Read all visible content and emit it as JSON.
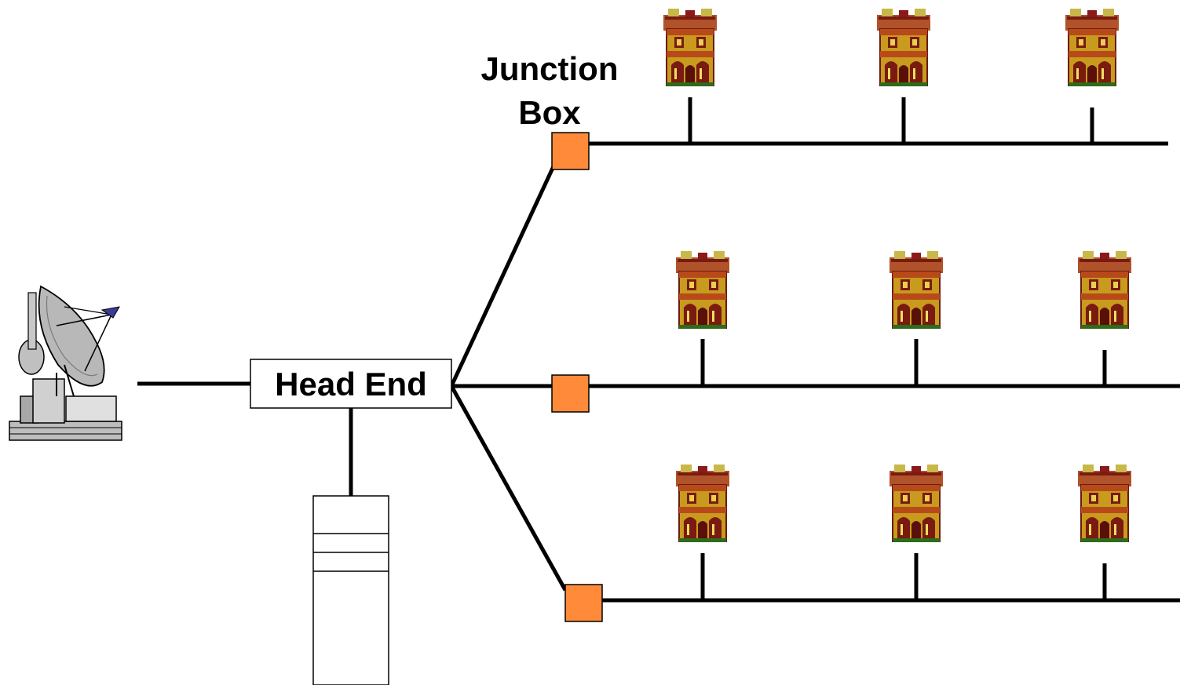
{
  "diagram": {
    "headend_label": "Head End",
    "junction_label_line1": "Junction",
    "junction_label_line2": "Box"
  },
  "icons": {
    "satellite": "satellite-dish-icon",
    "server": "server-tower-icon",
    "house": "house-icon"
  },
  "colors": {
    "line": "#000000",
    "junction_fill": "#FF8A3A",
    "background": "#FFFFFF"
  }
}
